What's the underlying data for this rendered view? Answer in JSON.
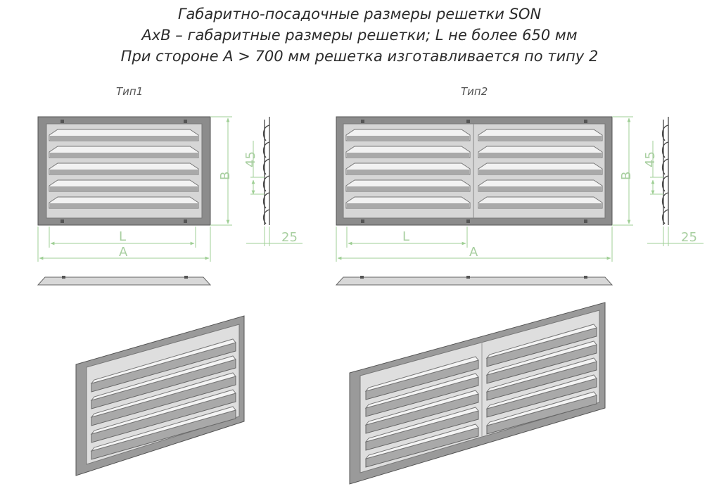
{
  "title": {
    "line1": "Габаритно-посадочные размеры решетки SON",
    "line2": "AxB – габаритные размеры решетки; L не более 650 мм",
    "line3": "При стороне A > 700 мм решетка изготавливается по типу 2"
  },
  "types": [
    {
      "label": "Тип1",
      "sections": 1,
      "louvers": 5
    },
    {
      "label": "Тип2",
      "sections": 2,
      "louvers": 5
    }
  ],
  "dimensions": {
    "width": "A",
    "height": "B",
    "louver_length": "L",
    "pitch": "45",
    "depth": "25"
  },
  "colors": {
    "frame": "#8c8c8c",
    "louver": "#a9a9a9",
    "panel": "#d6d6d6",
    "dimension_line": "#9fcf95"
  }
}
